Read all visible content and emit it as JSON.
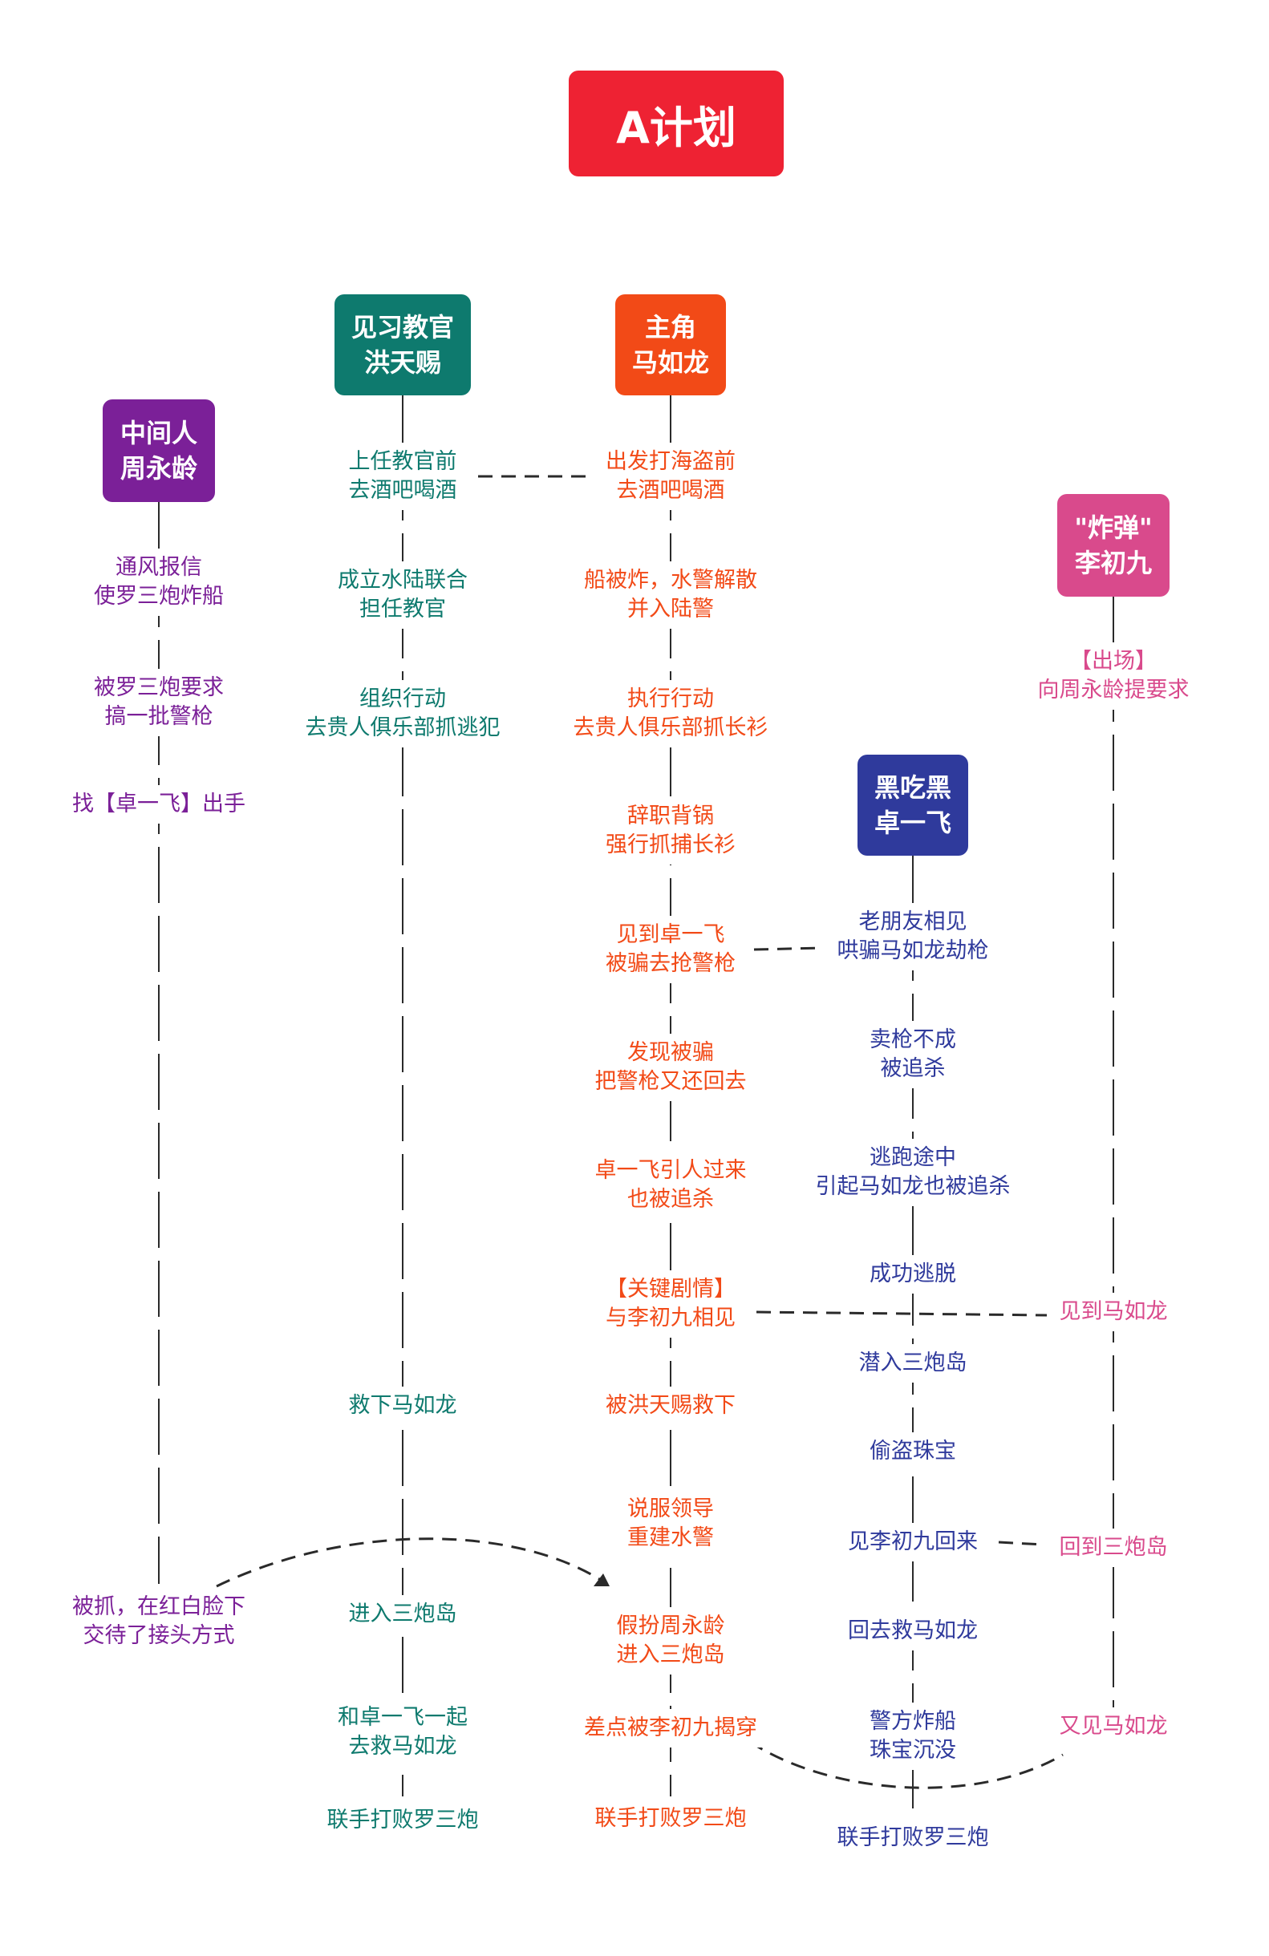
{
  "title": "A计划",
  "colors": {
    "title": "#ee2233",
    "zhou": "#7b2098",
    "hong": "#0e7a6e",
    "ma": "#f24a17",
    "zhuo": "#2f3a9c",
    "li": "#d94a8c",
    "line": "#2a2a2a"
  },
  "columns": [
    {
      "id": "zhou",
      "header": [
        "中间人",
        "周永龄"
      ],
      "events": [
        [
          "通风报信",
          "使罗三炮炸船"
        ],
        [
          "被罗三炮要求",
          "搞一批警枪"
        ],
        [
          "找【卓一飞】出手"
        ],
        [
          "被抓，在红白脸下",
          "交待了接头方式"
        ]
      ]
    },
    {
      "id": "hong",
      "header": [
        "见习教官",
        "洪天赐"
      ],
      "events": [
        [
          "上任教官前",
          "去酒吧喝酒"
        ],
        [
          "成立水陆联合",
          "担任教官"
        ],
        [
          "组织行动",
          "去贵人俱乐部抓逃犯"
        ],
        [
          "救下马如龙"
        ],
        [
          "进入三炮岛"
        ],
        [
          "和卓一飞一起",
          "去救马如龙"
        ],
        [
          "联手打败罗三炮"
        ]
      ]
    },
    {
      "id": "ma",
      "header": [
        "主角",
        "马如龙"
      ],
      "events": [
        [
          "出发打海盗前",
          "去酒吧喝酒"
        ],
        [
          "船被炸，水警解散",
          "并入陆警"
        ],
        [
          "执行行动",
          "去贵人俱乐部抓长衫"
        ],
        [
          "辞职背锅",
          "强行抓捕长衫"
        ],
        [
          "见到卓一飞",
          "被骗去抢警枪"
        ],
        [
          "发现被骗",
          "把警枪又还回去"
        ],
        [
          "卓一飞引人过来",
          "也被追杀"
        ],
        [
          "【关键剧情】",
          "与李初九相见"
        ],
        [
          "被洪天赐救下"
        ],
        [
          "说服领导",
          "重建水警"
        ],
        [
          "假扮周永龄",
          "进入三炮岛"
        ],
        [
          "差点被李初九揭穿"
        ],
        [
          "联手打败罗三炮"
        ]
      ]
    },
    {
      "id": "zhuo",
      "header": [
        "黑吃黑",
        "卓一飞"
      ],
      "events": [
        [
          "老朋友相见",
          "哄骗马如龙劫枪"
        ],
        [
          "卖枪不成",
          "被追杀"
        ],
        [
          "逃跑途中",
          "引起马如龙也被追杀"
        ],
        [
          "成功逃脱"
        ],
        [
          "潜入三炮岛"
        ],
        [
          "偷盗珠宝"
        ],
        [
          "见李初九回来"
        ],
        [
          "回去救马如龙"
        ],
        [
          "警方炸船",
          "珠宝沉没"
        ],
        [
          "联手打败罗三炮"
        ]
      ]
    },
    {
      "id": "li",
      "header": [
        "\"炸弹\"",
        "李初九"
      ],
      "events": [
        [
          "【出场】",
          "向周永龄提要求"
        ],
        [
          "见到马如龙"
        ],
        [
          "回到三炮岛"
        ],
        [
          "又见马如龙"
        ]
      ]
    }
  ]
}
